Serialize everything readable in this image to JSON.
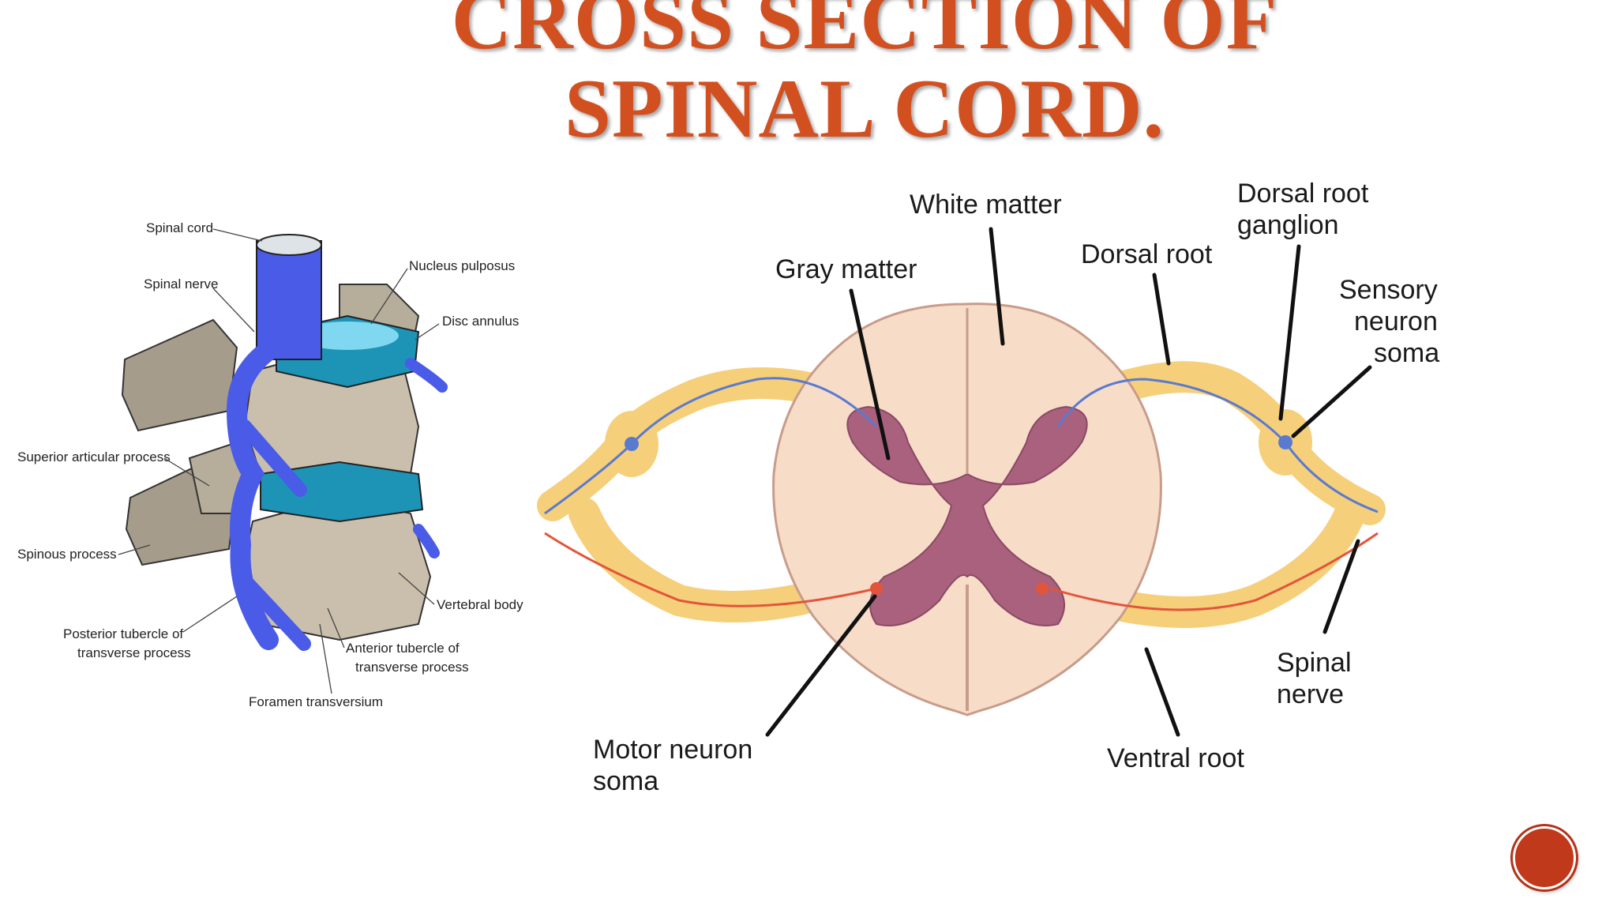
{
  "slide": {
    "title_line1": "CROSS SECTION OF",
    "title_line2": "SPINAL CORD."
  },
  "left_diagram": {
    "labels": {
      "spinal_cord": "Spinal cord",
      "spinal_nerve": "Spinal nerve",
      "nucleus_pulposus": "Nucleus pulposus",
      "disc_annulus": "Disc annulus",
      "superior_articular_process": "Superior articular process",
      "spinous_process": "Spinous process",
      "vertebral_body": "Vertebral body",
      "posterior_tubercle_1": "Posterior tubercle of",
      "posterior_tubercle_2": "transverse process",
      "anterior_tubercle_1": "Anterior tubercle of",
      "anterior_tubercle_2": "transverse process",
      "foramen_transversium": "Foramen transversium"
    }
  },
  "right_diagram": {
    "labels": {
      "white_matter": "White matter",
      "dorsal_root_ganglion_1": "Dorsal root",
      "dorsal_root_ganglion_2": "ganglion",
      "dorsal_root": "Dorsal root",
      "gray_matter": "Gray matter",
      "sensory_1": "Sensory",
      "sensory_2": "neuron",
      "sensory_3": "soma",
      "spinal_nerve_1": "Spinal",
      "spinal_nerve_2": "nerve",
      "ventral_root": "Ventral root",
      "motor_1": "Motor neuron",
      "motor_2": "soma"
    }
  },
  "colors": {
    "title": "#d2501f",
    "bone": "#c9bfac",
    "nerve_blue": "#4a5be8",
    "disc_teal": "#2aa6c8",
    "white_matter": "#f7dcc8",
    "gray_matter": "#a9617e",
    "root_yellow": "#f6cf7a",
    "axon_blue": "#5a7ad0",
    "axon_red": "#e2553a"
  },
  "nav": {
    "icon": "next-slide-icon"
  }
}
